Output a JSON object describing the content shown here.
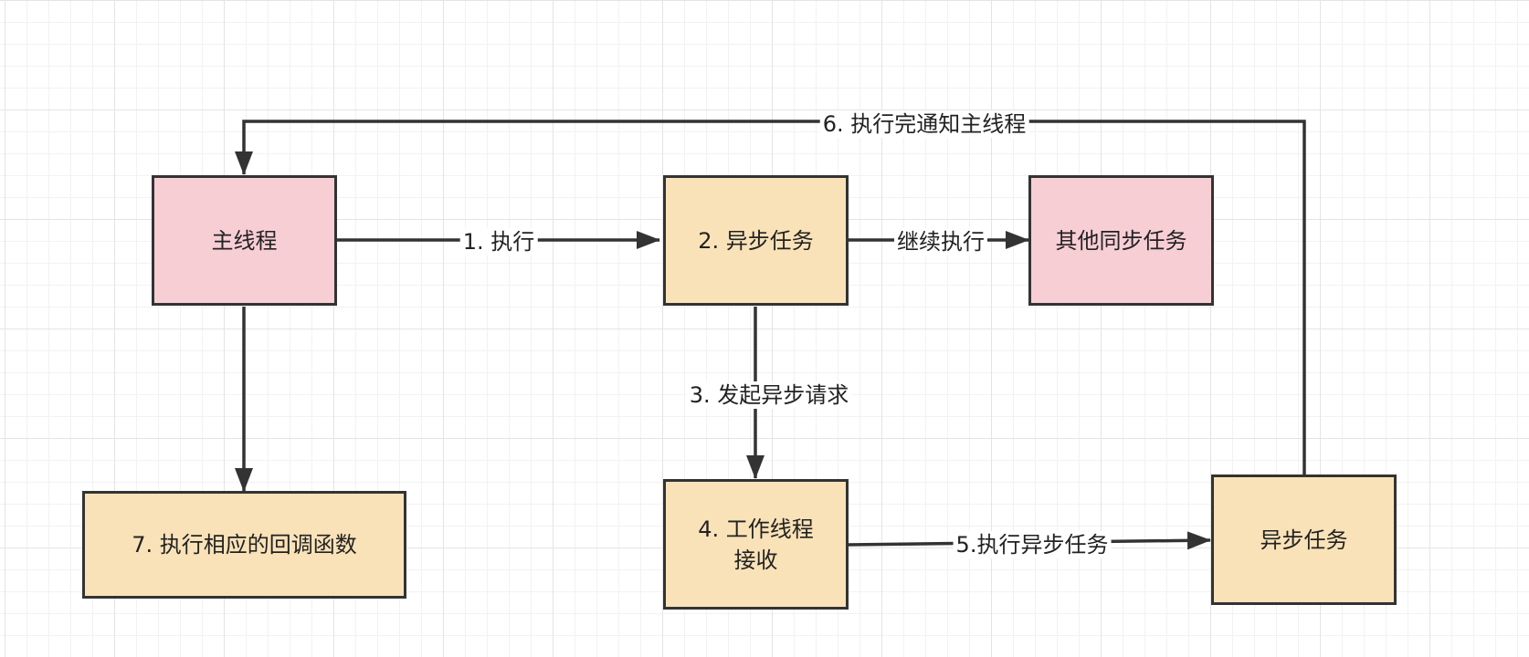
{
  "nodes": {
    "main_thread": "主线程",
    "async_task_main": "2. 异步任务",
    "other_sync_tasks": "其他同步任务",
    "execute_callback": "7. 执行相应的回调函数",
    "worker_thread_receive": "4. 工作线程\n接收",
    "async_task": "异步任务"
  },
  "edges": {
    "execute": "1. 执行",
    "continue_execute": "继续执行",
    "initiate_async_request": "3. 发起异步请求",
    "execute_async_task": "5.执行异步任务",
    "notify_main_thread": "6. 执行完通知主线程"
  },
  "colors": {
    "pink_fill": "#f8ced5",
    "peach_fill": "#fae2b8",
    "stroke": "#333333"
  }
}
